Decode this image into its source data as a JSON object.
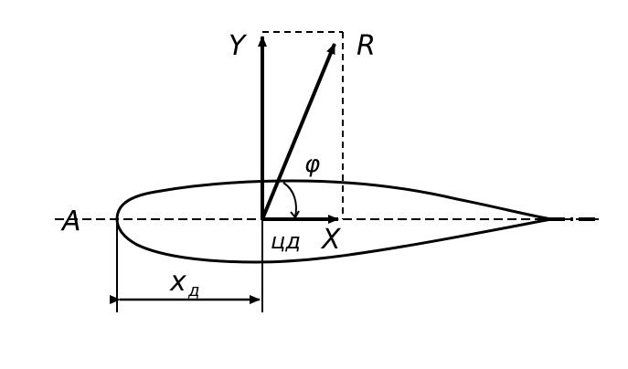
{
  "labels": {
    "point_a": "A",
    "lift": "Y",
    "resultant": "R",
    "angle": "φ",
    "center_of_pressure": "цд",
    "drag": "X",
    "distance_main": "x",
    "distance_sub": "д"
  },
  "colors": {
    "ink": "#000000",
    "background": "#ffffff"
  }
}
